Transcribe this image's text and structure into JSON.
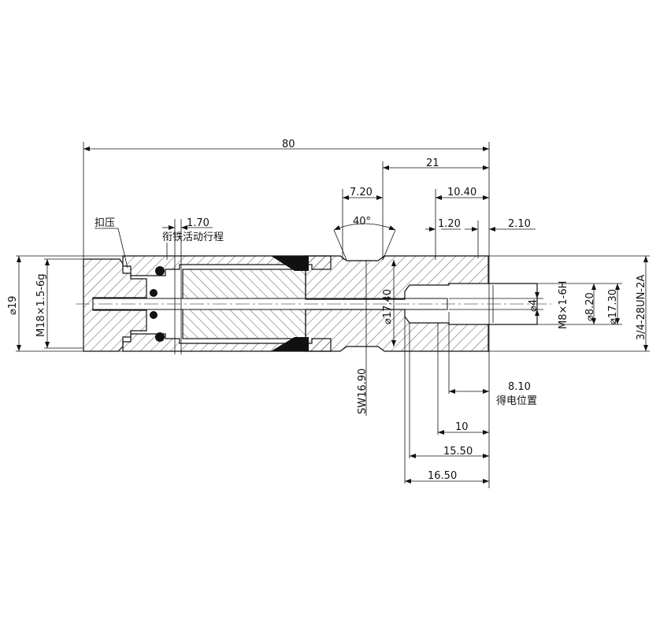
{
  "dimensions": {
    "overall_length": "80",
    "dim_21": "21",
    "dim_7_20": "7.20",
    "dim_10_40": "10.40",
    "angle": "40°",
    "dim_1_20": "1.20",
    "dim_2_10": "2.10",
    "dim_1_70": "1.70",
    "dia_19": "⌀19",
    "thread_m18": "M18×1.5-6g",
    "dia_17_40": "⌀17.40",
    "sw": "SW16.90",
    "thread_m8": "M8×1-6H",
    "dia_4": "⌀4",
    "dia_8_20": "⌀8.20",
    "dia_17_30": "⌀17.30",
    "thread_unf": "3/4-28UN-2A",
    "dim_8_10": "8.10",
    "dim_10": "10",
    "dim_15_50": "15.50",
    "dim_16_50": "16.50"
  },
  "labels": {
    "crimp": "扣压",
    "armature_stroke": "衔铁活动行程",
    "energized_position": "得电位置"
  },
  "colors": {
    "line": "#111111",
    "seal": "#111111",
    "background": "#ffffff"
  }
}
